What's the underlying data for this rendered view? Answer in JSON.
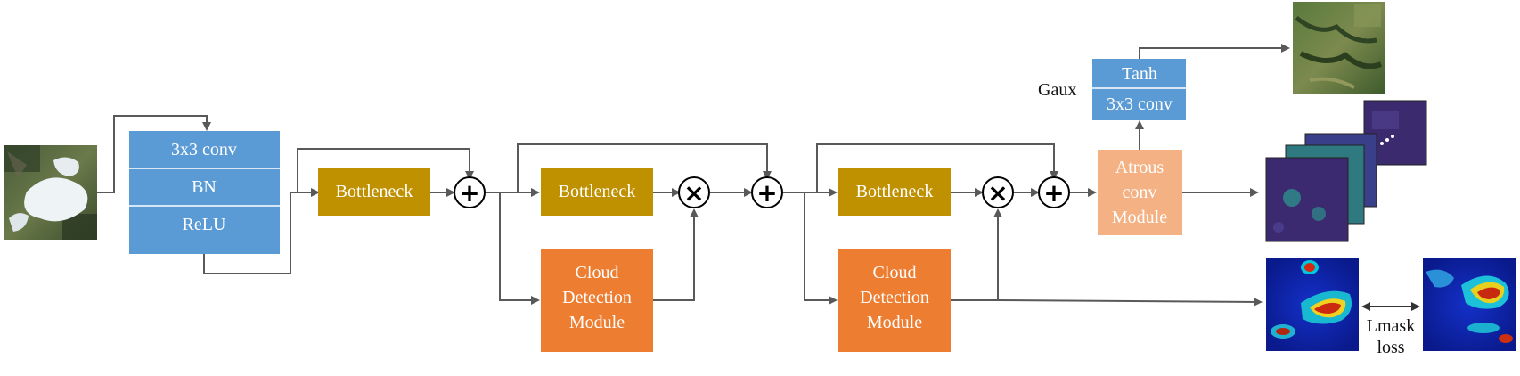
{
  "colors": {
    "blue": "#5b9bd5",
    "gold": "#bf9000",
    "orange": "#ed7d31",
    "peach": "#f4b183",
    "arrow": "#595959"
  },
  "input_block": {
    "rows": [
      "3x3 conv",
      "BN",
      "ReLU"
    ]
  },
  "bottleneck_label": "Bottleneck",
  "cloud_detection_lines": [
    "Cloud",
    "Detection",
    "Module"
  ],
  "atrous_lines": [
    "Atrous",
    "conv",
    "Module"
  ],
  "aux_head": {
    "tanh": "Tanh",
    "conv": "3x3 conv",
    "label": "Gaux"
  },
  "loss_label": {
    "line1": "Lmask",
    "line2": "loss"
  },
  "operators": {
    "add": "+",
    "multiply": "×"
  },
  "images": [
    {
      "name": "input-satellite-image",
      "kind": "cloudy satellite scene"
    },
    {
      "name": "output-reconstructed-image",
      "kind": "cloud-free satellite scene"
    },
    {
      "name": "feature-map-stack",
      "kind": "multi-channel feature maps"
    },
    {
      "name": "predicted-cloud-mask",
      "kind": "cloud mask heatmap"
    },
    {
      "name": "ground-truth-cloud-mask",
      "kind": "cloud mask heatmap"
    }
  ]
}
